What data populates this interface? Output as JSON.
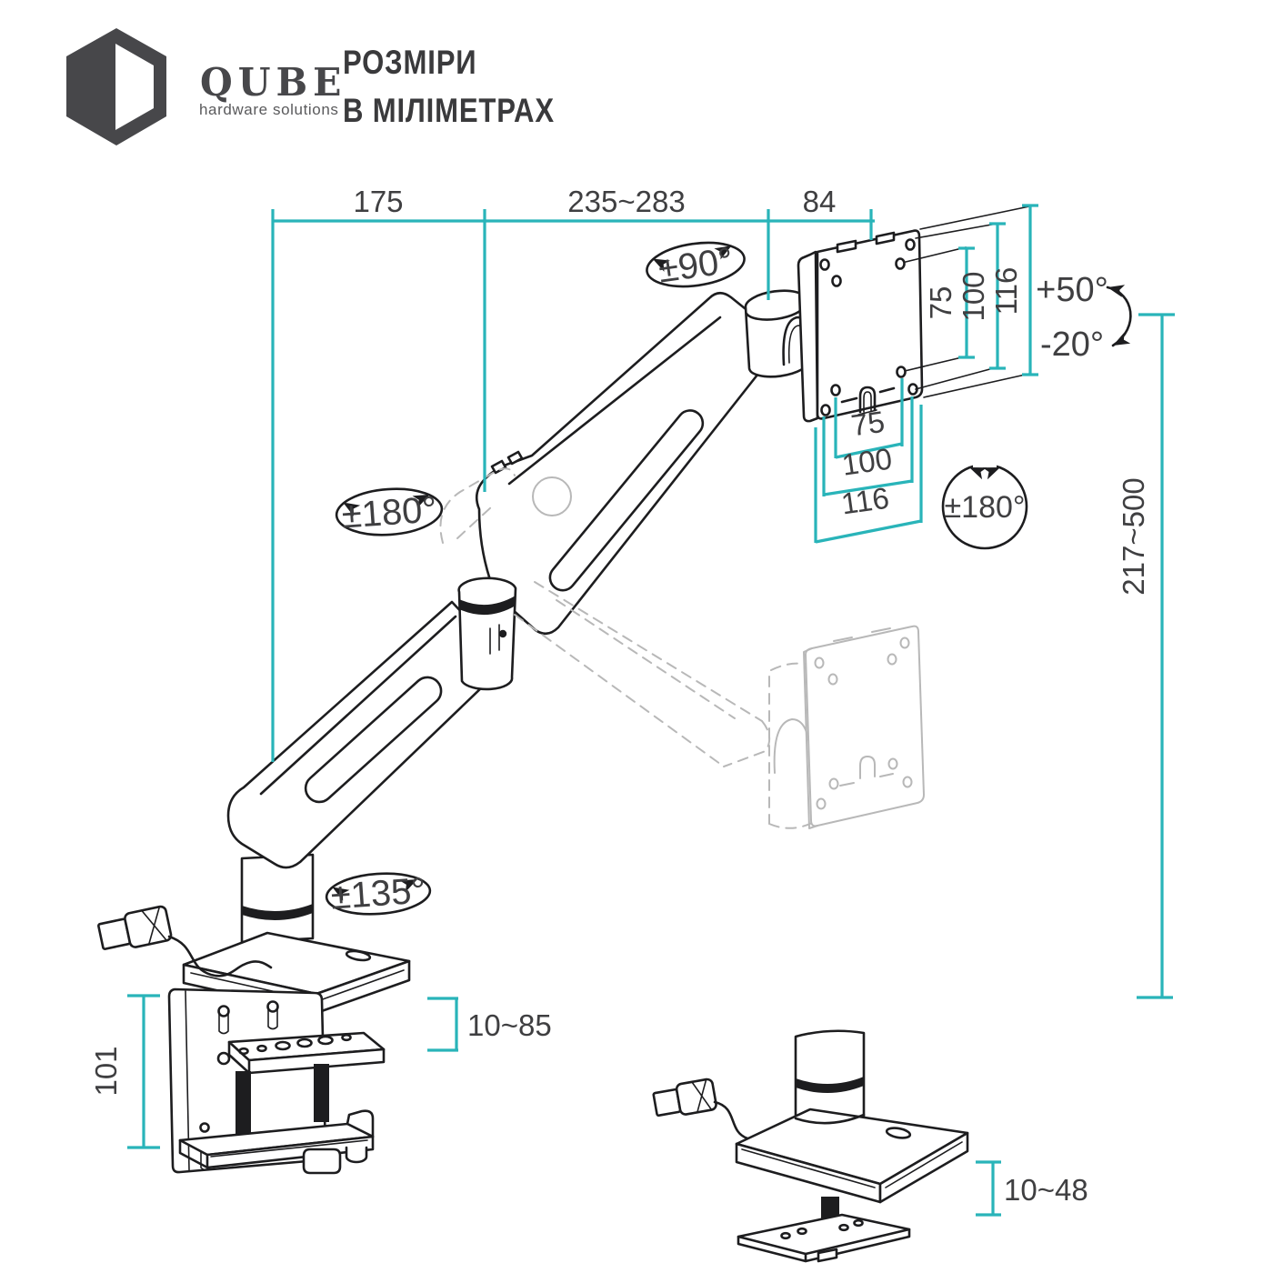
{
  "brand": {
    "name": "QUBE",
    "tagline": "hardware solutions"
  },
  "title": {
    "line1": "РОЗМІРИ",
    "line2": "В МІЛІМЕТРАХ"
  },
  "dims": {
    "arm_rear": "175",
    "arm_front": "235~283",
    "head": "84",
    "vesa_side_75": "75",
    "vesa_side_100": "100",
    "vesa_side_116": "116",
    "vesa_bottom_75": "75",
    "vesa_bottom_100": "100",
    "vesa_bottom_116": "116",
    "height_range": "217~500",
    "clamp_plate_height": "101",
    "clamp_thickness_range": "10~85",
    "grommet_thickness_range": "10~48"
  },
  "angles": {
    "wrist_swivel": "±90°",
    "elbow_swivel": "±180°",
    "vesa_rotation": "±180°",
    "tilt_up": "+50°",
    "tilt_down": "-20°",
    "base_swivel": "±135°"
  },
  "colors": {
    "dimension_teal": "#29b4b9",
    "line_dark": "#1d1d1f",
    "ghost_gray": "#b8b8b8",
    "text_dark": "#3f3f41",
    "logo_dark": "#47474a"
  }
}
